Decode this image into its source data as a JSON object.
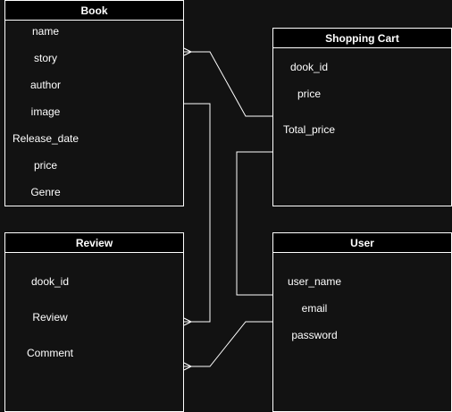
{
  "colors": {
    "background": "#121212",
    "line": "#ffffff",
    "header_bg": "#000000",
    "text": "#ffffff"
  },
  "entities": {
    "book": {
      "title": "Book",
      "fields": [
        "name",
        "story",
        "author",
        "image",
        "Release_date",
        "price",
        "Genre"
      ]
    },
    "shopping_cart": {
      "title": "Shopping Cart",
      "fields": [
        "dook_id",
        "price",
        "Total_price"
      ]
    },
    "review": {
      "title": "Review",
      "fields": [
        "dook_id",
        "Review",
        "Comment"
      ]
    },
    "user": {
      "title": "User",
      "fields": [
        "user_name",
        "email",
        "password"
      ]
    }
  }
}
